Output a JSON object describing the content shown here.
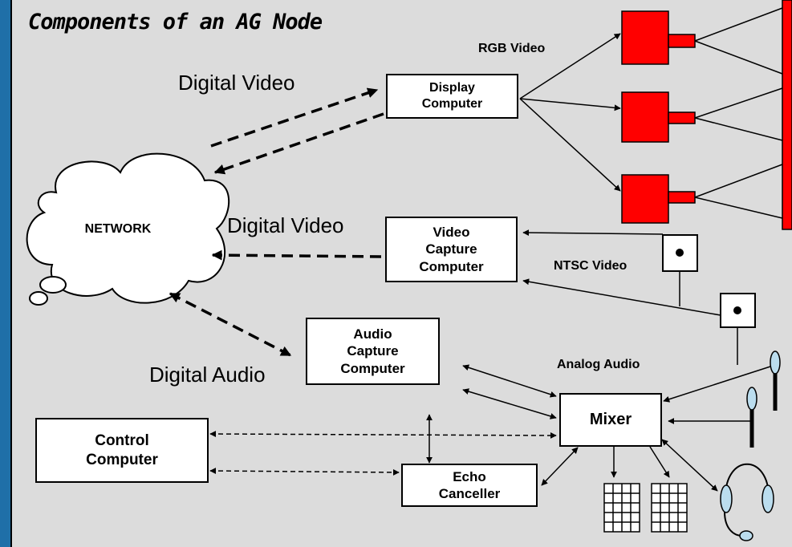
{
  "title": "Components of an AG Node",
  "nodes": {
    "network": "NETWORK",
    "display": "Display\nComputer",
    "video_capture": "Video\nCapture\nComputer",
    "audio_capture": "Audio\nCapture\nComputer",
    "control": "Control\nComputer",
    "echo": "Echo\nCanceller",
    "mixer": "Mixer"
  },
  "labels": {
    "digital_video_top": "Digital Video",
    "digital_video_mid": "Digital Video",
    "digital_audio": "Digital Audio",
    "rgb_video": "RGB Video",
    "ntsc_video": "NTSC Video",
    "analog_audio": "Analog Audio"
  },
  "colors": {
    "projector": "#ff0000",
    "panel": "#dcdcdc",
    "frame": "#2a7fb5"
  },
  "icons": [
    "projector-icon",
    "screen-icon",
    "camera-icon",
    "microphone-icon",
    "speaker-icon",
    "headset-icon"
  ]
}
